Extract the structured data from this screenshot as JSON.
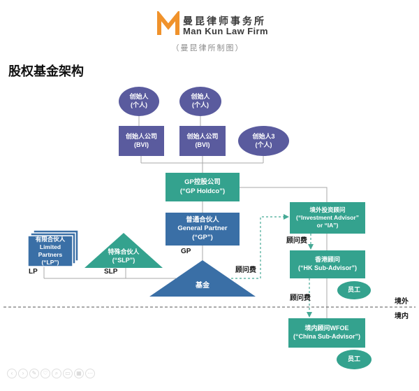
{
  "header": {
    "firm_name_cn": "曼昆律师事务所",
    "firm_name_en": "Man Kun Law Firm",
    "credit": "（曼昆律所制图）"
  },
  "title": "股权基金架构",
  "colors": {
    "purple": "#5a5b9e",
    "teal": "#34a28e",
    "blue": "#3a6fa6",
    "orange": "#f0922b",
    "connector_gray": "#a8a8a8",
    "dashed_teal": "#45a995"
  },
  "nodes": {
    "founder1": "创始人\n(个人)",
    "founder2": "创始人\n(个人)",
    "founder_co1": "创始人公司\n(BVI)",
    "founder_co2": "创始人公司\n(BVI)",
    "founder3": "创始人3\n(个人)",
    "gp_holdco": "GP控股公司\n(“GP Holdco”)",
    "gp": "普通合伙人\nGeneral Partner\n(“GP”)",
    "lp": "有限合伙人\nLimited\nPartners\n(“LP”)",
    "slp": "特殊合伙人\n(“SLP”)",
    "fund": "基金",
    "investment_advisor": "境外投资顾问\n(“Investment Advisor”\nor “IA”)",
    "hk_subadvisor": "香港顾问\n(“HK Sub-Advisor”)",
    "china_subadvisor": "境内顾问WFOE\n(“China Sub-Advisor”)",
    "staff_hk": "员工",
    "staff_china": "员工"
  },
  "labels": {
    "gp": "GP",
    "lp": "LP",
    "slp": "SLP",
    "fee_fund_to_ia": "顾问费",
    "fee_ia_to_hk": "顾问费",
    "fee_hk_to_china": "顾问费",
    "offshore": "境外",
    "onshore": "境内"
  },
  "toolbar": {
    "icons": [
      {
        "name": "back-icon",
        "glyph": "‹"
      },
      {
        "name": "forward-icon",
        "glyph": "›"
      },
      {
        "name": "edit-icon",
        "glyph": "✎"
      },
      {
        "name": "like-icon",
        "glyph": "♡"
      },
      {
        "name": "zoom-icon",
        "glyph": "⌕"
      },
      {
        "name": "screen-icon",
        "glyph": "▭"
      },
      {
        "name": "image-icon",
        "glyph": "▦"
      },
      {
        "name": "more-icon",
        "glyph": "⋯"
      }
    ]
  }
}
